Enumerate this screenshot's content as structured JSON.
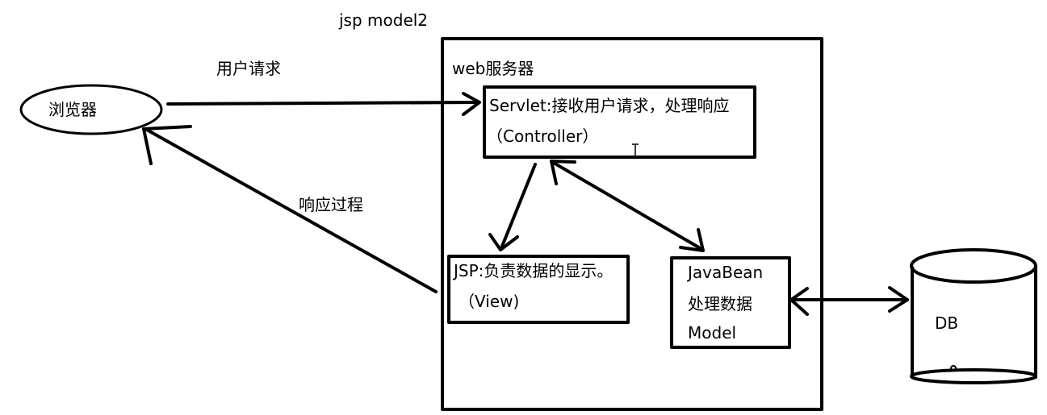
{
  "title": "jsp model2",
  "browser": {
    "label": "浏览器"
  },
  "request_label": "用户请求",
  "response_label": "响应过程",
  "server": {
    "label": "web服务器"
  },
  "servlet": {
    "line1": "Servlet:接收用户请求，处理响应",
    "line2": "（Controller）"
  },
  "jsp": {
    "line1": "JSP:负责数据的显示。",
    "line2": "（View)"
  },
  "javabean": {
    "line1": "JavaBean",
    "line2": "处理数据",
    "line3": "Model"
  },
  "db": {
    "label": "DB"
  },
  "colors": {
    "stroke": "#000000",
    "background": "#ffffff"
  },
  "icons": {
    "cursor": "text-cursor-icon"
  }
}
